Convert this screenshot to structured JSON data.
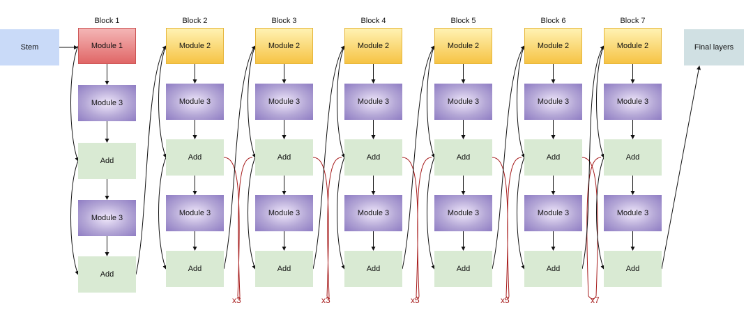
{
  "diagram": {
    "stem": "Stem",
    "final_layers": "Final layers",
    "blocks": [
      {
        "title": "Block 1",
        "top": "Module 1",
        "mid": "Module 3",
        "add1": "Add",
        "mid2": "Module 3",
        "add2": "Add",
        "repeat": ""
      },
      {
        "title": "Block 2",
        "top": "Module 2",
        "mid": "Module 3",
        "add1": "Add",
        "mid2": "Module 3",
        "add2": "Add",
        "repeat": "x3"
      },
      {
        "title": "Block 3",
        "top": "Module 2",
        "mid": "Module 3",
        "add1": "Add",
        "mid2": "Module 3",
        "add2": "Add",
        "repeat": "x3"
      },
      {
        "title": "Block 4",
        "top": "Module 2",
        "mid": "Module 3",
        "add1": "Add",
        "mid2": "Module 3",
        "add2": "Add",
        "repeat": "x5"
      },
      {
        "title": "Block 5",
        "top": "Module 2",
        "mid": "Module 3",
        "add1": "Add",
        "mid2": "Module 3",
        "add2": "Add",
        "repeat": "x5"
      },
      {
        "title": "Block 6",
        "top": "Module 2",
        "mid": "Module 3",
        "add1": "Add",
        "mid2": "Module 3",
        "add2": "Add",
        "repeat": "x7"
      },
      {
        "title": "Block 7",
        "top": "Module 2",
        "mid": "Module 3",
        "add1": "Add",
        "mid2": "Module 3",
        "add2": "Add",
        "repeat": ""
      }
    ],
    "colors": {
      "stem": "#c9daf8",
      "final_layers": "#d0e0e3",
      "module_1": "#e06666",
      "module_2": "#f6c344",
      "module_3": "#8e7cc3",
      "add": "#d9ead3",
      "repeat_bracket": "#a61c1c",
      "arrow": "#111111"
    }
  }
}
